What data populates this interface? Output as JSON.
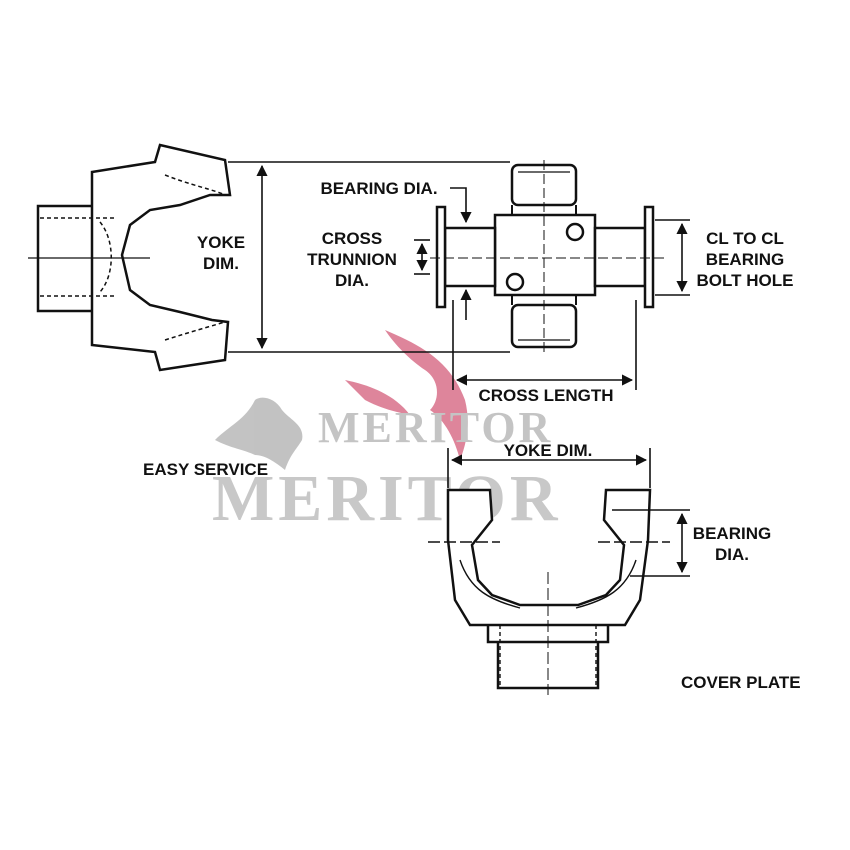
{
  "labels": {
    "yoke_dim_left_line1": "YOKE",
    "yoke_dim_left_line2": "DIM.",
    "bearing_dia_top": "BEARING DIA.",
    "cross_trunnion_line1": "CROSS",
    "cross_trunnion_line2": "TRUNNION",
    "cross_trunnion_line3": "DIA.",
    "cl_to_cl_line1": "CL TO CL",
    "cl_to_cl_line2": "BEARING",
    "cl_to_cl_line3": "BOLT HOLE",
    "cross_length": "CROSS LENGTH",
    "yoke_dim_bottom": "YOKE DIM.",
    "bearing_dia_right_line1": "BEARING",
    "bearing_dia_right_line2": "DIA.",
    "easy_service": "EASY SERVICE",
    "cover_plate": "COVER PLATE"
  },
  "watermark": {
    "small_text": "MERITOR",
    "large_text": "MERITOR",
    "icon": "griffin-logo-icon"
  },
  "colors": {
    "line": "#111111",
    "watermark_gray": "#c4c4c4",
    "watermark_pink": "#d9708a"
  }
}
